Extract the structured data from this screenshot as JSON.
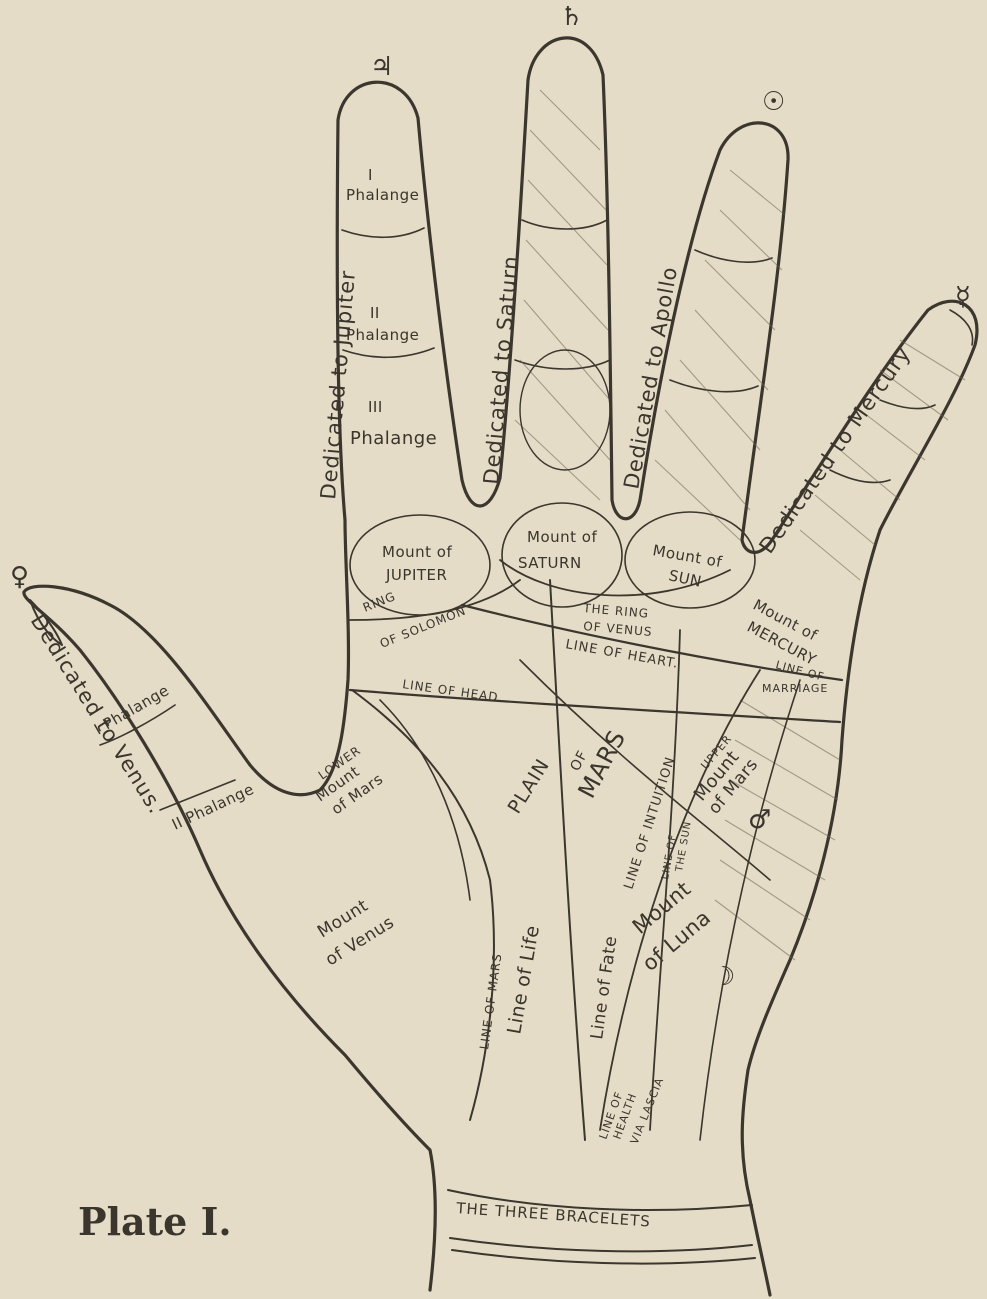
{
  "plate_title": "Plate I.",
  "planet_symbols": {
    "jupiter": "♃",
    "saturn": "♄",
    "sun": "☉",
    "mercury": "☿",
    "venus": "♀",
    "mars": "♂",
    "moon": "☽"
  },
  "fingers": {
    "jupiter": "Dedicated to Jupiter",
    "saturn": "Dedicated to Saturn",
    "apollo": "Dedicated to Apollo",
    "mercury": "Dedicated to Mercury",
    "venus": "Dedicated to Venus."
  },
  "phalanges": {
    "numerals": [
      "I",
      "II",
      "III"
    ],
    "word": "Phalange",
    "thumb_1": "I Phalange",
    "thumb_2": "II Phalange"
  },
  "mounts": {
    "jupiter_1": "Mount of",
    "jupiter_2": "JUPITER",
    "saturn_1": "Mount of",
    "saturn_2": "SATURN",
    "sun_1": "Mount of",
    "sun_2": "SUN",
    "mercury_1": "Mount of",
    "mercury_2": "MERCURY",
    "lower_mars_1": "LOWER",
    "lower_mars_2": "Mount",
    "lower_mars_3": "of Mars",
    "upper_mars_1": "UPPER",
    "upper_mars_2": "Mount",
    "upper_mars_3": "of Mars",
    "venus_1": "Mount",
    "venus_2": "of Venus",
    "luna_1": "Mount",
    "luna_2": "of Luna"
  },
  "lines": {
    "ring_solomon_1": "RING",
    "ring_solomon_2": "OF SOLOMON",
    "ring_venus_1": "THE RING",
    "ring_venus_2": "OF VENUS",
    "heart": "LINE OF HEART.",
    "marriage_1": "LINE OF",
    "marriage_2": "MARRIAGE",
    "head": "LINE OF HEAD.",
    "plain_1": "PLAIN",
    "plain_2": "OF",
    "plain_3": "MARS",
    "intuition": "LINE OF INTUITION",
    "sun_1": "LINE OF",
    "sun_2": "THE SUN",
    "life": "Line of Life",
    "mars": "LINE OF MARS",
    "fate": "Line of Fate",
    "health_1": "LINE OF",
    "health_2": "HEALTH",
    "via_lascia": "VIA LASCIA"
  },
  "bracelets": "THE THREE BRACELETS"
}
